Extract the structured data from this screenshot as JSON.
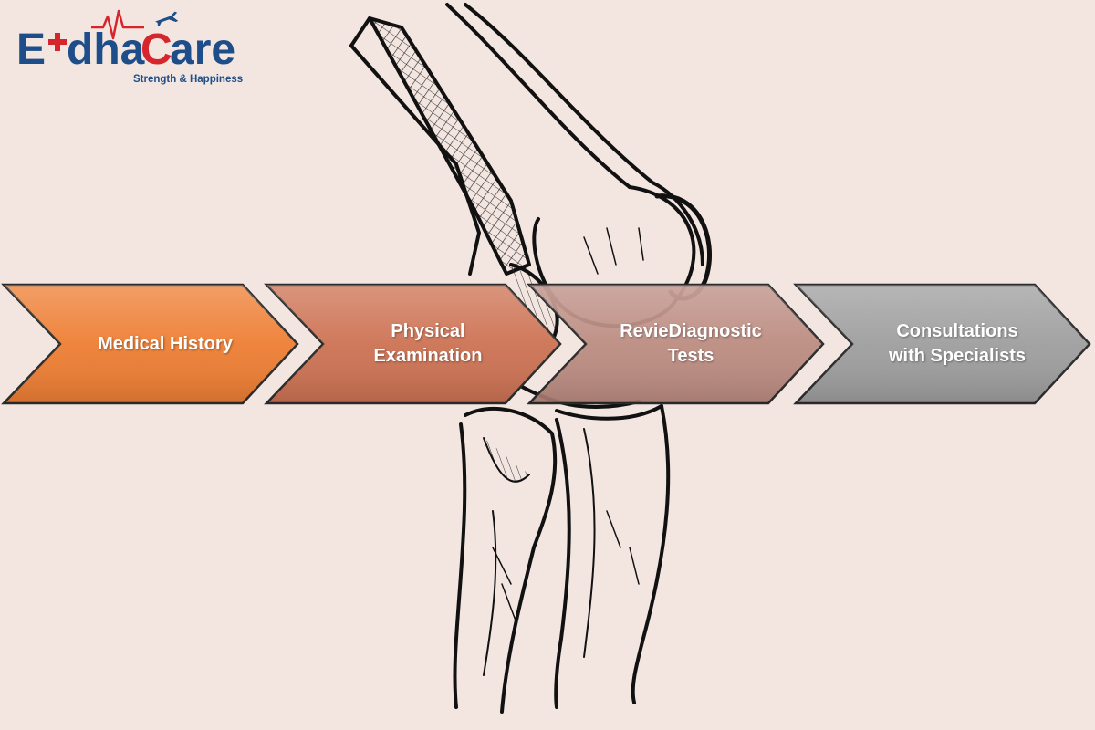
{
  "brand": {
    "name": "EdhaCare",
    "tagline": "Strength & Happiness",
    "colors": {
      "blue": "#1d4e89",
      "red": "#d7262b"
    }
  },
  "illustration": {
    "subject": "knee-joint-sketch",
    "stroke": "#111111"
  },
  "steps": [
    {
      "label": "Medical History",
      "color": "#ee7e33"
    },
    {
      "label": "Physical\nExamination",
      "color": "#cd7253"
    },
    {
      "label": "RevieDiagnostic\nTests",
      "color": "#b78478"
    },
    {
      "label": "Consultations\nwith Specialists",
      "color": "#9e9e9e"
    }
  ]
}
